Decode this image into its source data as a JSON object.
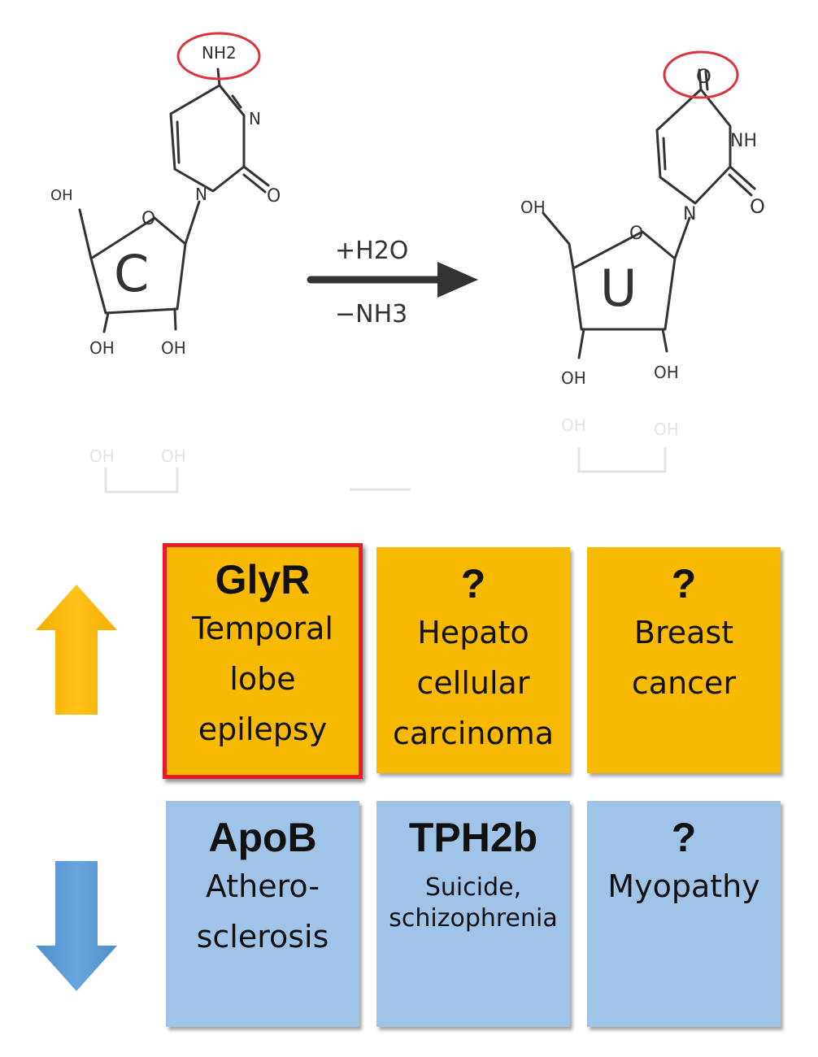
{
  "reaction": {
    "substrate_letter": "C",
    "product_letter": "U",
    "substrate_labels": {
      "amine": "NH2",
      "ring_n1": "N",
      "ring_n3": "N",
      "carbonyl": "O",
      "sugar_o": "O",
      "oh_5prime": "OH",
      "oh_3prime": "OH",
      "oh_2prime": "OH"
    },
    "product_labels": {
      "carbonyl4": "O",
      "nh": "NH",
      "ring_n": "N",
      "carbonyl2": "O",
      "sugar_o": "O",
      "oh_5prime": "OH",
      "oh_3prime": "OH",
      "oh_2prime": "OH"
    },
    "reagent_add": "+H2O",
    "reagent_remove": "−NH3"
  },
  "rows": [
    {
      "direction": "up",
      "arrow_icon": "up-arrow-icon",
      "arrow_color": "#f8b500",
      "tiles": [
        {
          "gene": "GlyR",
          "disease": "Temporal\nlobe\nepilepsy",
          "highlighted": true
        },
        {
          "gene": "?",
          "disease": "Hepato\ncellular\ncarcinoma",
          "highlighted": false
        },
        {
          "gene": "?",
          "disease": "Breast\ncancer",
          "highlighted": false
        }
      ]
    },
    {
      "direction": "down",
      "arrow_icon": "down-arrow-icon",
      "arrow_color": "#5b9bd5",
      "tiles": [
        {
          "gene": "ApoB",
          "disease": "Athero-\nsclerosis",
          "highlighted": false
        },
        {
          "gene": "TPH2b",
          "disease": "Suicide,\nschizophrenia",
          "highlighted": false
        },
        {
          "gene": "?",
          "disease": "Myopathy",
          "highlighted": false
        }
      ]
    }
  ],
  "colors": {
    "up_tile": "#f8ba00",
    "down_tile": "#9fc4e8",
    "highlight_border": "#e51e25",
    "annotation_circle": "#d9343f"
  }
}
